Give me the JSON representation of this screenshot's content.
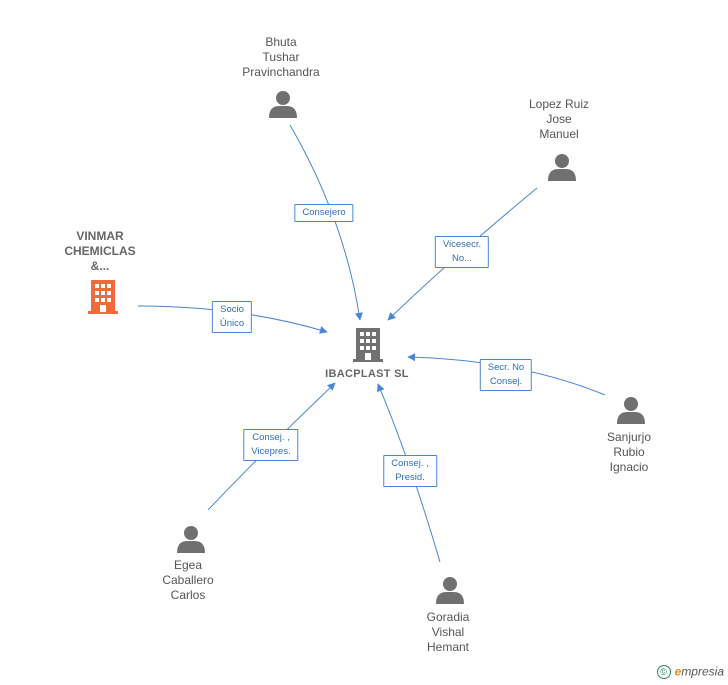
{
  "center": {
    "label": "IBACPLAST SL"
  },
  "company": {
    "lines": [
      "VINMAR",
      "CHEMICLAS",
      "&..."
    ]
  },
  "people": {
    "bhuta": {
      "lines": [
        "Bhuta",
        "Tushar",
        "Pravinchandra"
      ]
    },
    "lopez": {
      "lines": [
        "Lopez Ruiz",
        "Jose",
        "Manuel"
      ]
    },
    "sanjurjo": {
      "lines": [
        "Sanjurjo",
        "Rubio",
        "Ignacio"
      ]
    },
    "goradia": {
      "lines": [
        "Goradia",
        "Vishal",
        "Hemant"
      ]
    },
    "egea": {
      "lines": [
        "Egea",
        "Caballero",
        "Carlos"
      ]
    }
  },
  "edges": {
    "bhuta": {
      "lines": [
        "Consejero"
      ]
    },
    "lopez": {
      "lines": [
        "Vicesecr.",
        "No..."
      ]
    },
    "company": {
      "lines": [
        "Socio",
        "Único"
      ]
    },
    "sanjurjo": {
      "lines": [
        "Secr.  No",
        "Consej."
      ]
    },
    "egea": {
      "lines": [
        "Consej. ,",
        "Vicepres."
      ]
    },
    "goradia": {
      "lines": [
        "Consej. ,",
        "Presid."
      ]
    }
  },
  "copyright": {
    "symbol": "©",
    "brand_initial": "e",
    "brand_rest": "mpresia"
  },
  "colors": {
    "edge": "#4a86d4",
    "person_icon": "#707070",
    "company_icon": "#f06a3c",
    "center_icon": "#707070"
  }
}
